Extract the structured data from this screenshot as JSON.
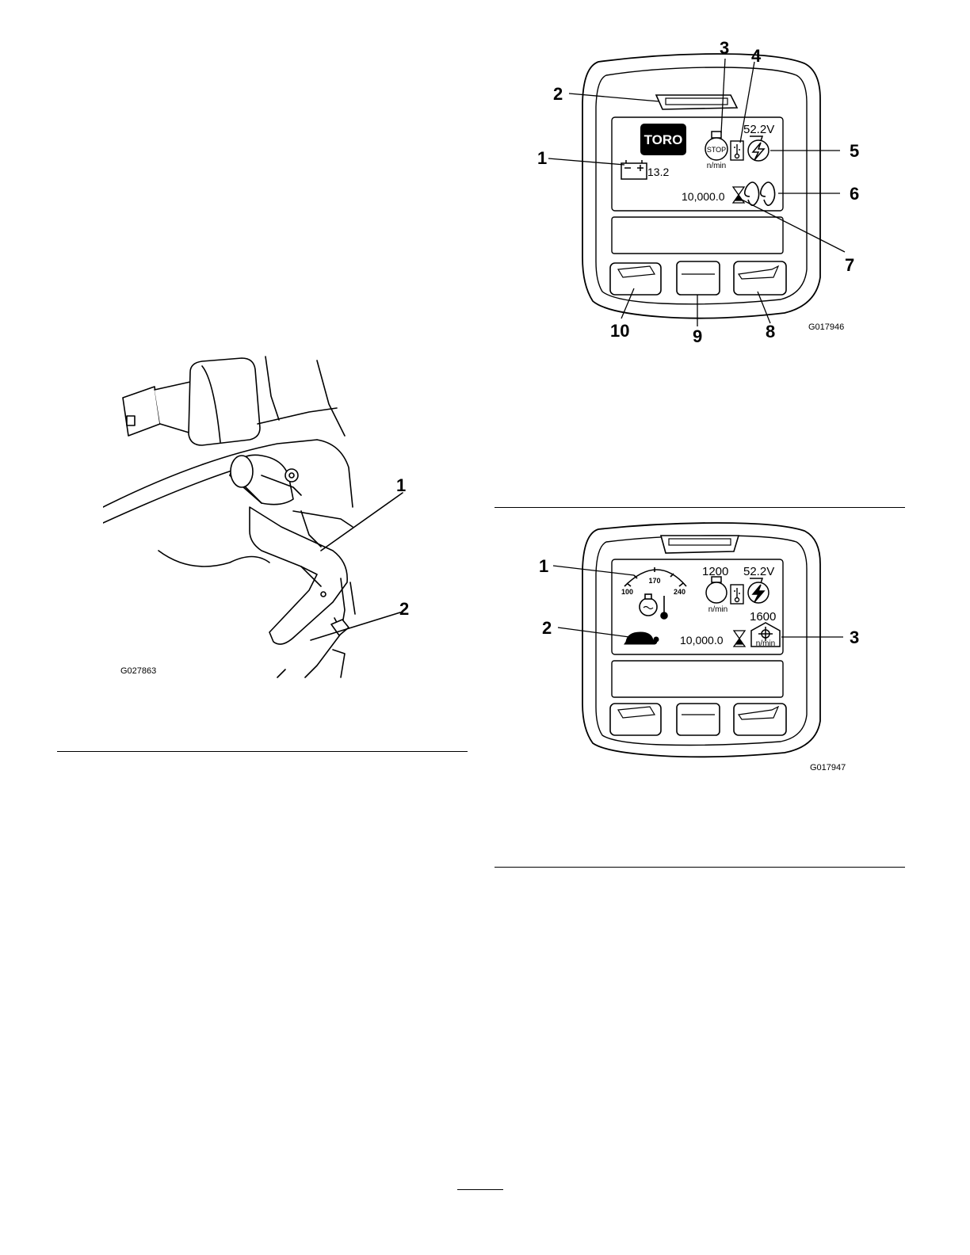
{
  "figure_seat": {
    "code": "G027863",
    "callouts": [
      "1",
      "2"
    ]
  },
  "figure_display_1": {
    "code": "G017946",
    "logo": "TORO",
    "battery_value": "13.2",
    "stop_label": "STOP",
    "rpm_unit": "n/min",
    "voltage": "52.2V",
    "hours": "10,000.0",
    "callouts": [
      "1",
      "2",
      "3",
      "4",
      "5",
      "6",
      "7",
      "8",
      "9",
      "10"
    ]
  },
  "figure_display_2": {
    "code": "G017947",
    "gauge_ticks": [
      "100",
      "170",
      "240"
    ],
    "engine_rpm": "1200",
    "rpm_unit": "n/min",
    "voltage": "52.2V",
    "pto_rpm": "1600",
    "pto_unit": "n/min",
    "hours": "10,000.0",
    "callouts": [
      "1",
      "2",
      "3"
    ]
  }
}
